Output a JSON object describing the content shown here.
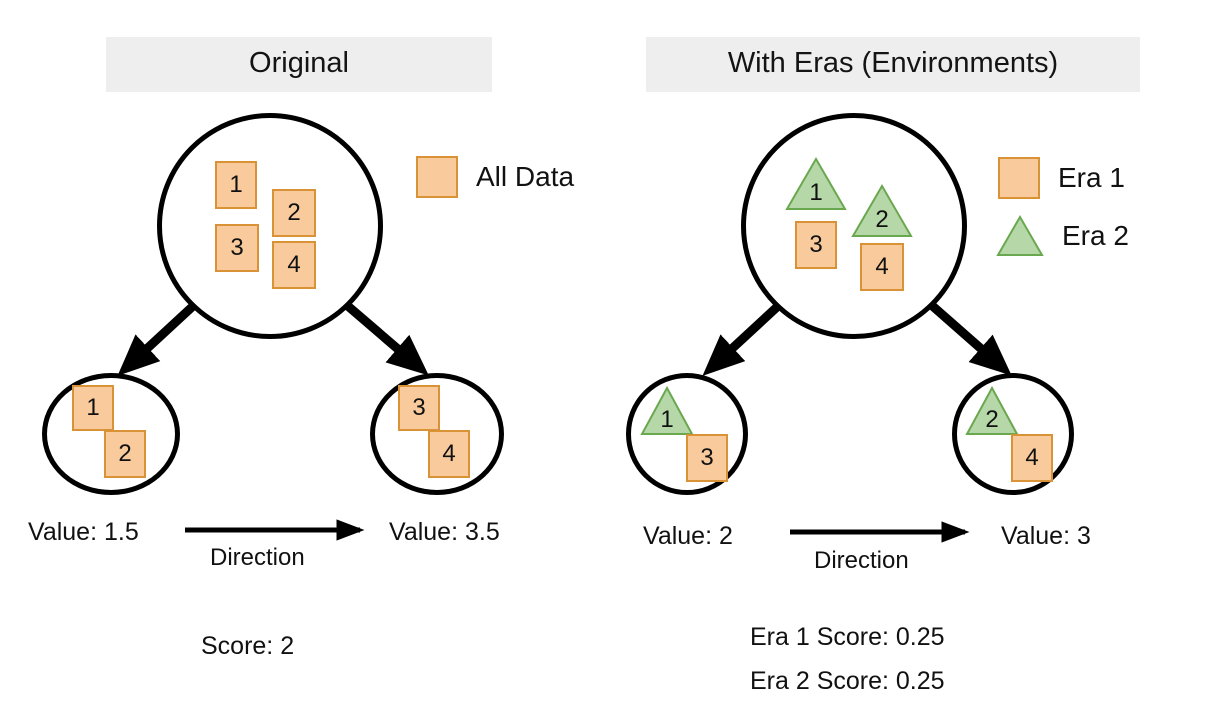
{
  "panels": [
    {
      "id": "original",
      "title": "Original",
      "legend": [
        {
          "shape": "square",
          "label": "All Data",
          "color": "#f9cb9c"
        }
      ],
      "root": {
        "name": "root-node",
        "tokens": [
          {
            "shape": "square",
            "label": "1"
          },
          {
            "shape": "square",
            "label": "2"
          },
          {
            "shape": "square",
            "label": "3"
          },
          {
            "shape": "square",
            "label": "4"
          }
        ]
      },
      "children": [
        {
          "name": "left-child-node",
          "tokens": [
            {
              "shape": "square",
              "label": "1"
            },
            {
              "shape": "square",
              "label": "2"
            }
          ],
          "value_label": "Value: 1.5"
        },
        {
          "name": "right-child-node",
          "tokens": [
            {
              "shape": "square",
              "label": "3"
            },
            {
              "shape": "square",
              "label": "4"
            }
          ],
          "value_label": "Value: 3.5"
        }
      ],
      "direction_label": "Direction",
      "scores": [
        "Score: 2"
      ]
    },
    {
      "id": "with-eras",
      "title": "With Eras (Environments)",
      "legend": [
        {
          "shape": "square",
          "label": "Era 1",
          "color": "#f9cb9c"
        },
        {
          "shape": "triangle",
          "label": "Era 2",
          "color": "#b6d7a8"
        }
      ],
      "root": {
        "name": "root-node",
        "tokens": [
          {
            "shape": "triangle",
            "label": "1"
          },
          {
            "shape": "triangle",
            "label": "2"
          },
          {
            "shape": "square",
            "label": "3"
          },
          {
            "shape": "square",
            "label": "4"
          }
        ]
      },
      "children": [
        {
          "name": "left-child-node",
          "tokens": [
            {
              "shape": "triangle",
              "label": "1"
            },
            {
              "shape": "square",
              "label": "3"
            }
          ],
          "value_label": "Value: 2"
        },
        {
          "name": "right-child-node",
          "tokens": [
            {
              "shape": "triangle",
              "label": "2"
            },
            {
              "shape": "square",
              "label": "4"
            }
          ],
          "value_label": "Value: 3"
        }
      ],
      "direction_label": "Direction",
      "scores": [
        "Era 1 Score: 0.25",
        "Era 2 Score: 0.25"
      ]
    }
  ],
  "colors": {
    "background": "#ffffff",
    "title_band": "#eeeeee",
    "era1_fill": "#f9cb9c",
    "era1_stroke": "#d99236",
    "era2_fill": "#b6d7a8",
    "era2_stroke": "#6aa84f",
    "stroke": "#000000",
    "text": "#111111"
  }
}
